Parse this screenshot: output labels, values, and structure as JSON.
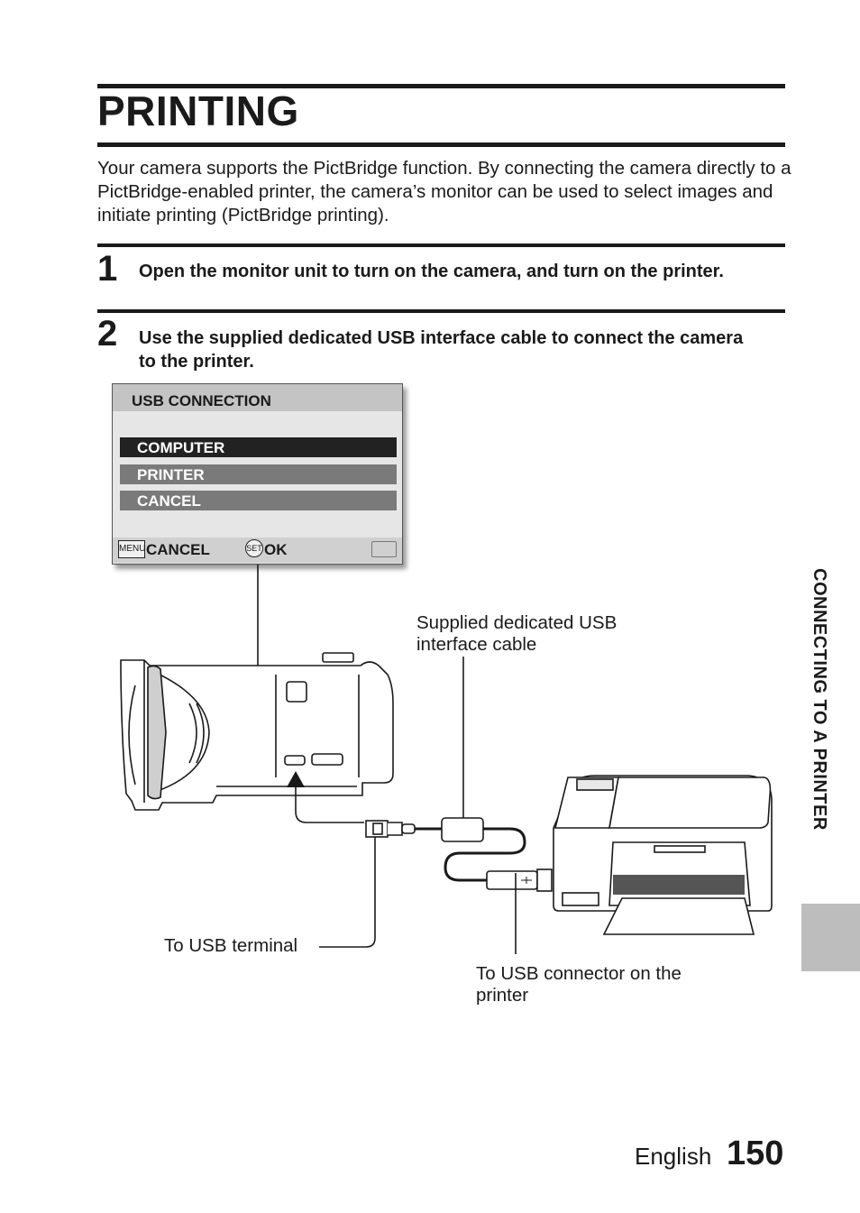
{
  "page": {
    "title": "PRINTING",
    "intro": "Your camera supports the PictBridge function. By connecting the camera directly to a PictBridge-enabled printer, the camera’s monitor can be used to select images and initiate printing (PictBridge printing).",
    "side_tab": "CONNECTING TO A PRINTER",
    "footer_lang": "English",
    "footer_page": "150"
  },
  "steps": [
    {
      "num": "1",
      "text": "Open the monitor unit to turn on the camera, and turn on the printer."
    },
    {
      "num": "2",
      "text": "Use the supplied dedicated USB interface cable to connect the camera to the printer."
    }
  ],
  "screen": {
    "header": "USB CONNECTION",
    "options": [
      {
        "label": "COMPUTER",
        "color": "#222222"
      },
      {
        "label": "PRINTER",
        "color": "#7a7a7a"
      },
      {
        "label": "CANCEL",
        "color": "#7a7a7a"
      }
    ],
    "menu_icon": "MENU",
    "set_icon": "SET",
    "cancel": "CANCEL",
    "ok": "OK"
  },
  "labels": {
    "cable": "Supplied dedicated USB interface cable",
    "usb_terminal": "To USB terminal",
    "usb_connector": "To USB connector on the printer"
  }
}
